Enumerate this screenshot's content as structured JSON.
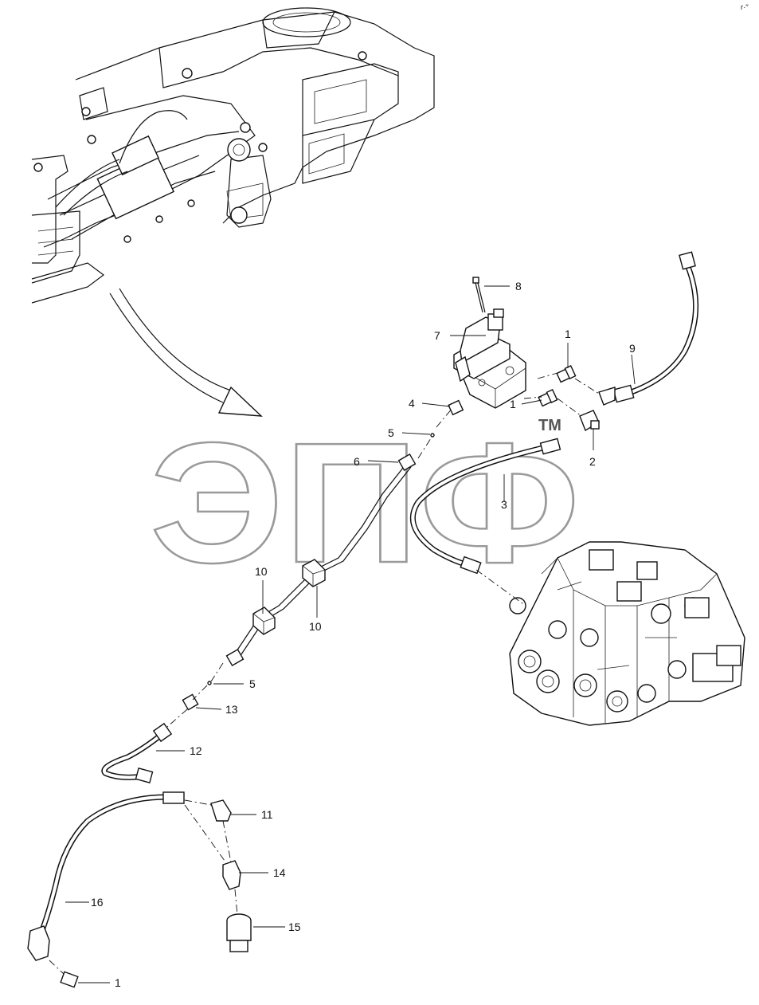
{
  "watermark": {
    "text": "ЭПФ",
    "trademark": "TM"
  },
  "corner_mark": "г·′′",
  "callouts": [
    {
      "id": "c8",
      "label": "8"
    },
    {
      "id": "c7",
      "label": "7"
    },
    {
      "id": "c1a",
      "label": "1"
    },
    {
      "id": "c9",
      "label": "9"
    },
    {
      "id": "c4",
      "label": "4"
    },
    {
      "id": "c1b",
      "label": "1"
    },
    {
      "id": "c5a",
      "label": "5"
    },
    {
      "id": "c2",
      "label": "2"
    },
    {
      "id": "c6",
      "label": "6"
    },
    {
      "id": "c3",
      "label": "3"
    },
    {
      "id": "c10a",
      "label": "10"
    },
    {
      "id": "c10b",
      "label": "10"
    },
    {
      "id": "c5b",
      "label": "5"
    },
    {
      "id": "c13",
      "label": "13"
    },
    {
      "id": "c12",
      "label": "12"
    },
    {
      "id": "c11",
      "label": "11"
    },
    {
      "id": "c14",
      "label": "14"
    },
    {
      "id": "c16",
      "label": "16"
    },
    {
      "id": "c15",
      "label": "15"
    },
    {
      "id": "c1c",
      "label": "1"
    }
  ]
}
